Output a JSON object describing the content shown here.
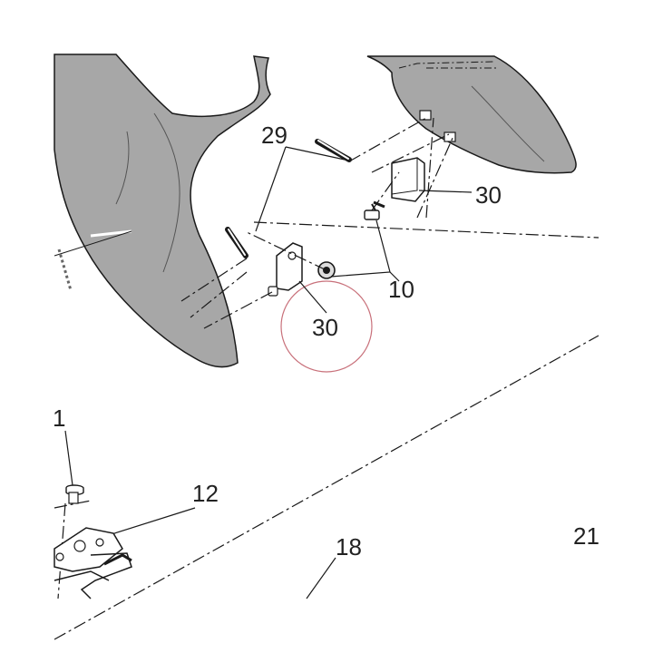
{
  "diagram": {
    "callouts": [
      {
        "id": "part-1",
        "label": "1"
      },
      {
        "id": "part-12",
        "label": "12"
      },
      {
        "id": "part-18",
        "label": "18"
      },
      {
        "id": "part-21",
        "label": "21"
      },
      {
        "id": "part-29",
        "label": "29"
      },
      {
        "id": "part-30-upper",
        "label": "30"
      },
      {
        "id": "part-30-lower",
        "label": "30"
      },
      {
        "id": "part-10",
        "label": "10"
      }
    ],
    "colors": {
      "panel_fill": "#a7a7a7",
      "line": "#1a1a1a",
      "highlight_circle": "#c8707a",
      "background": "#ffffff"
    }
  }
}
